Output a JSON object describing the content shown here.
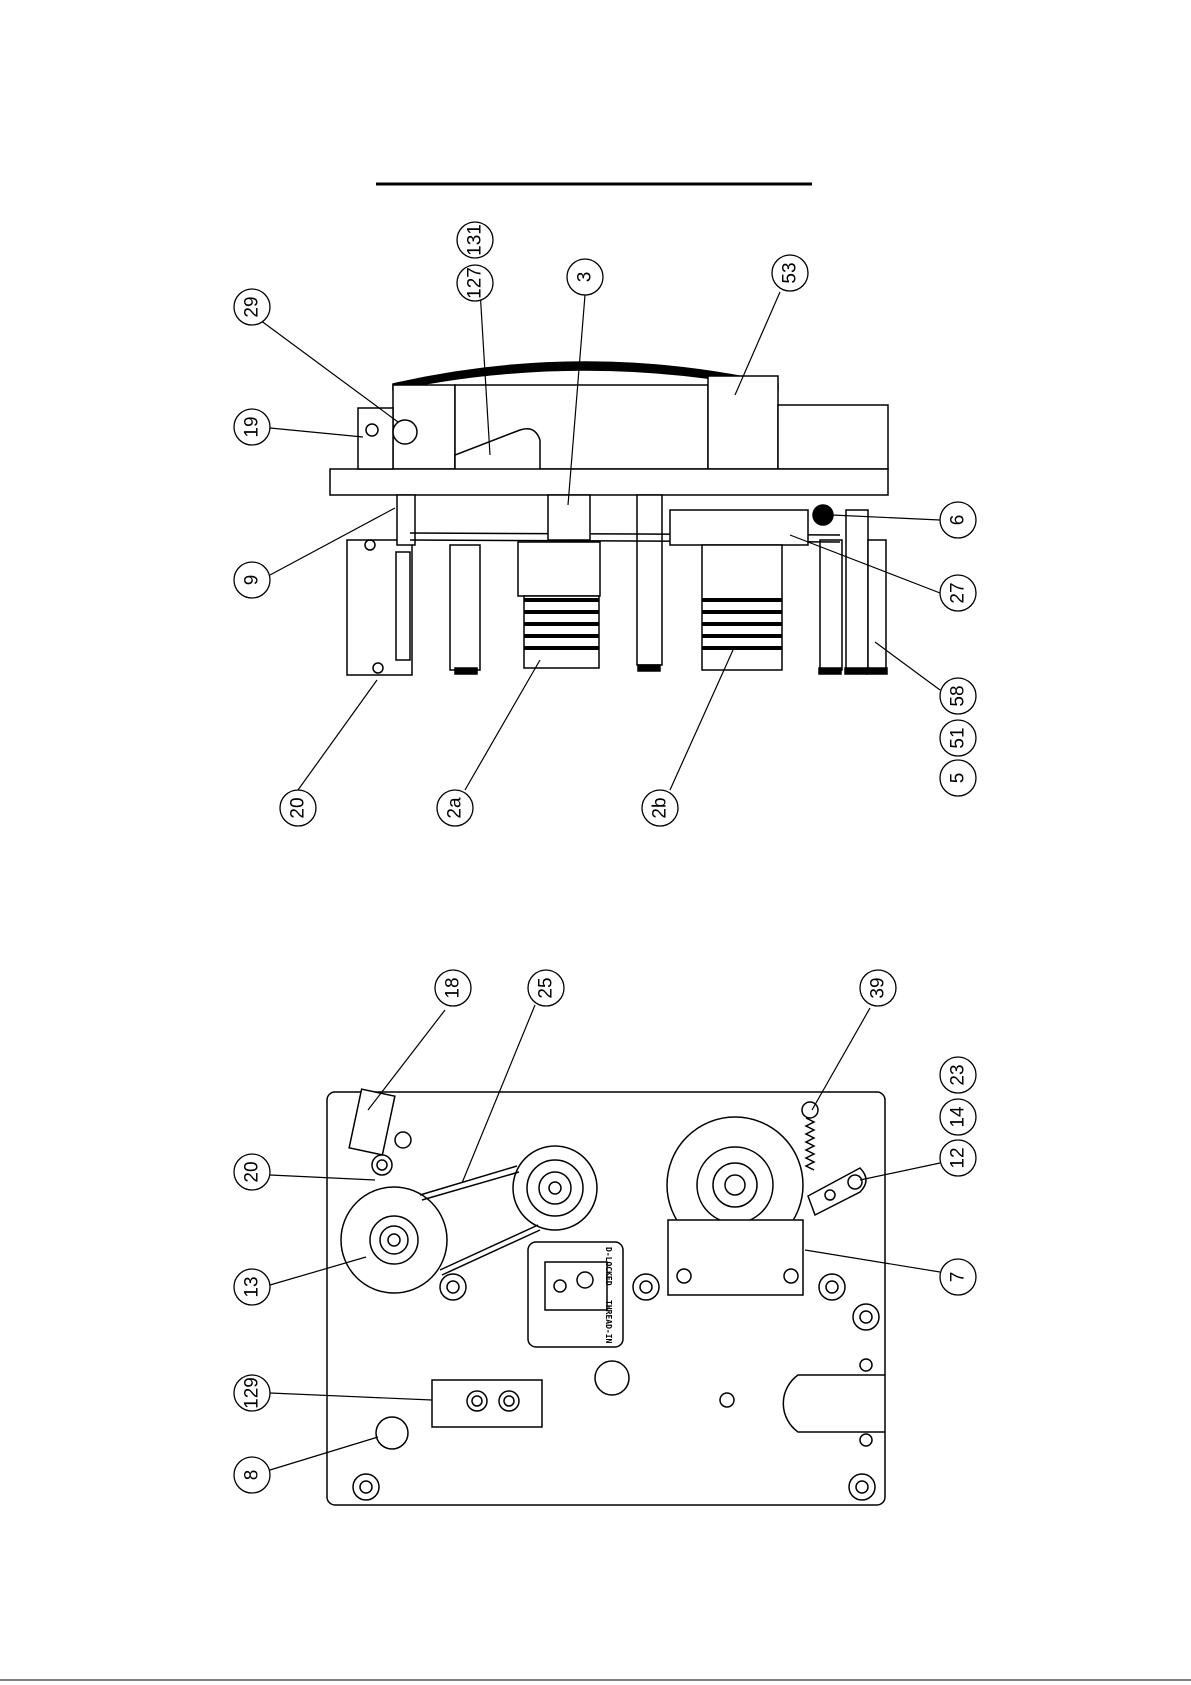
{
  "top_view": {
    "callouts": [
      {
        "id": "29",
        "label": "29"
      },
      {
        "id": "127",
        "label": "127"
      },
      {
        "id": "131",
        "label": "131"
      },
      {
        "id": "3",
        "label": "3"
      },
      {
        "id": "53",
        "label": "53"
      },
      {
        "id": "19",
        "label": "19"
      },
      {
        "id": "6",
        "label": "6"
      },
      {
        "id": "9",
        "label": "9"
      },
      {
        "id": "27",
        "label": "27"
      },
      {
        "id": "58",
        "label": "58"
      },
      {
        "id": "51",
        "label": "51"
      },
      {
        "id": "5",
        "label": "5"
      },
      {
        "id": "20",
        "label": "20"
      },
      {
        "id": "2a",
        "label": "2a"
      },
      {
        "id": "2b",
        "label": "2b"
      }
    ]
  },
  "front_view": {
    "panel_text_top": "D-LOCKED",
    "panel_text_bottom": "THREAD-IN",
    "callouts": [
      {
        "id": "18",
        "label": "18"
      },
      {
        "id": "25",
        "label": "25"
      },
      {
        "id": "39",
        "label": "39"
      },
      {
        "id": "23",
        "label": "23"
      },
      {
        "id": "14",
        "label": "14"
      },
      {
        "id": "12",
        "label": "12"
      },
      {
        "id": "20b",
        "label": "20"
      },
      {
        "id": "13",
        "label": "13"
      },
      {
        "id": "7",
        "label": "7"
      },
      {
        "id": "129",
        "label": "129"
      },
      {
        "id": "8",
        "label": "8"
      }
    ]
  }
}
